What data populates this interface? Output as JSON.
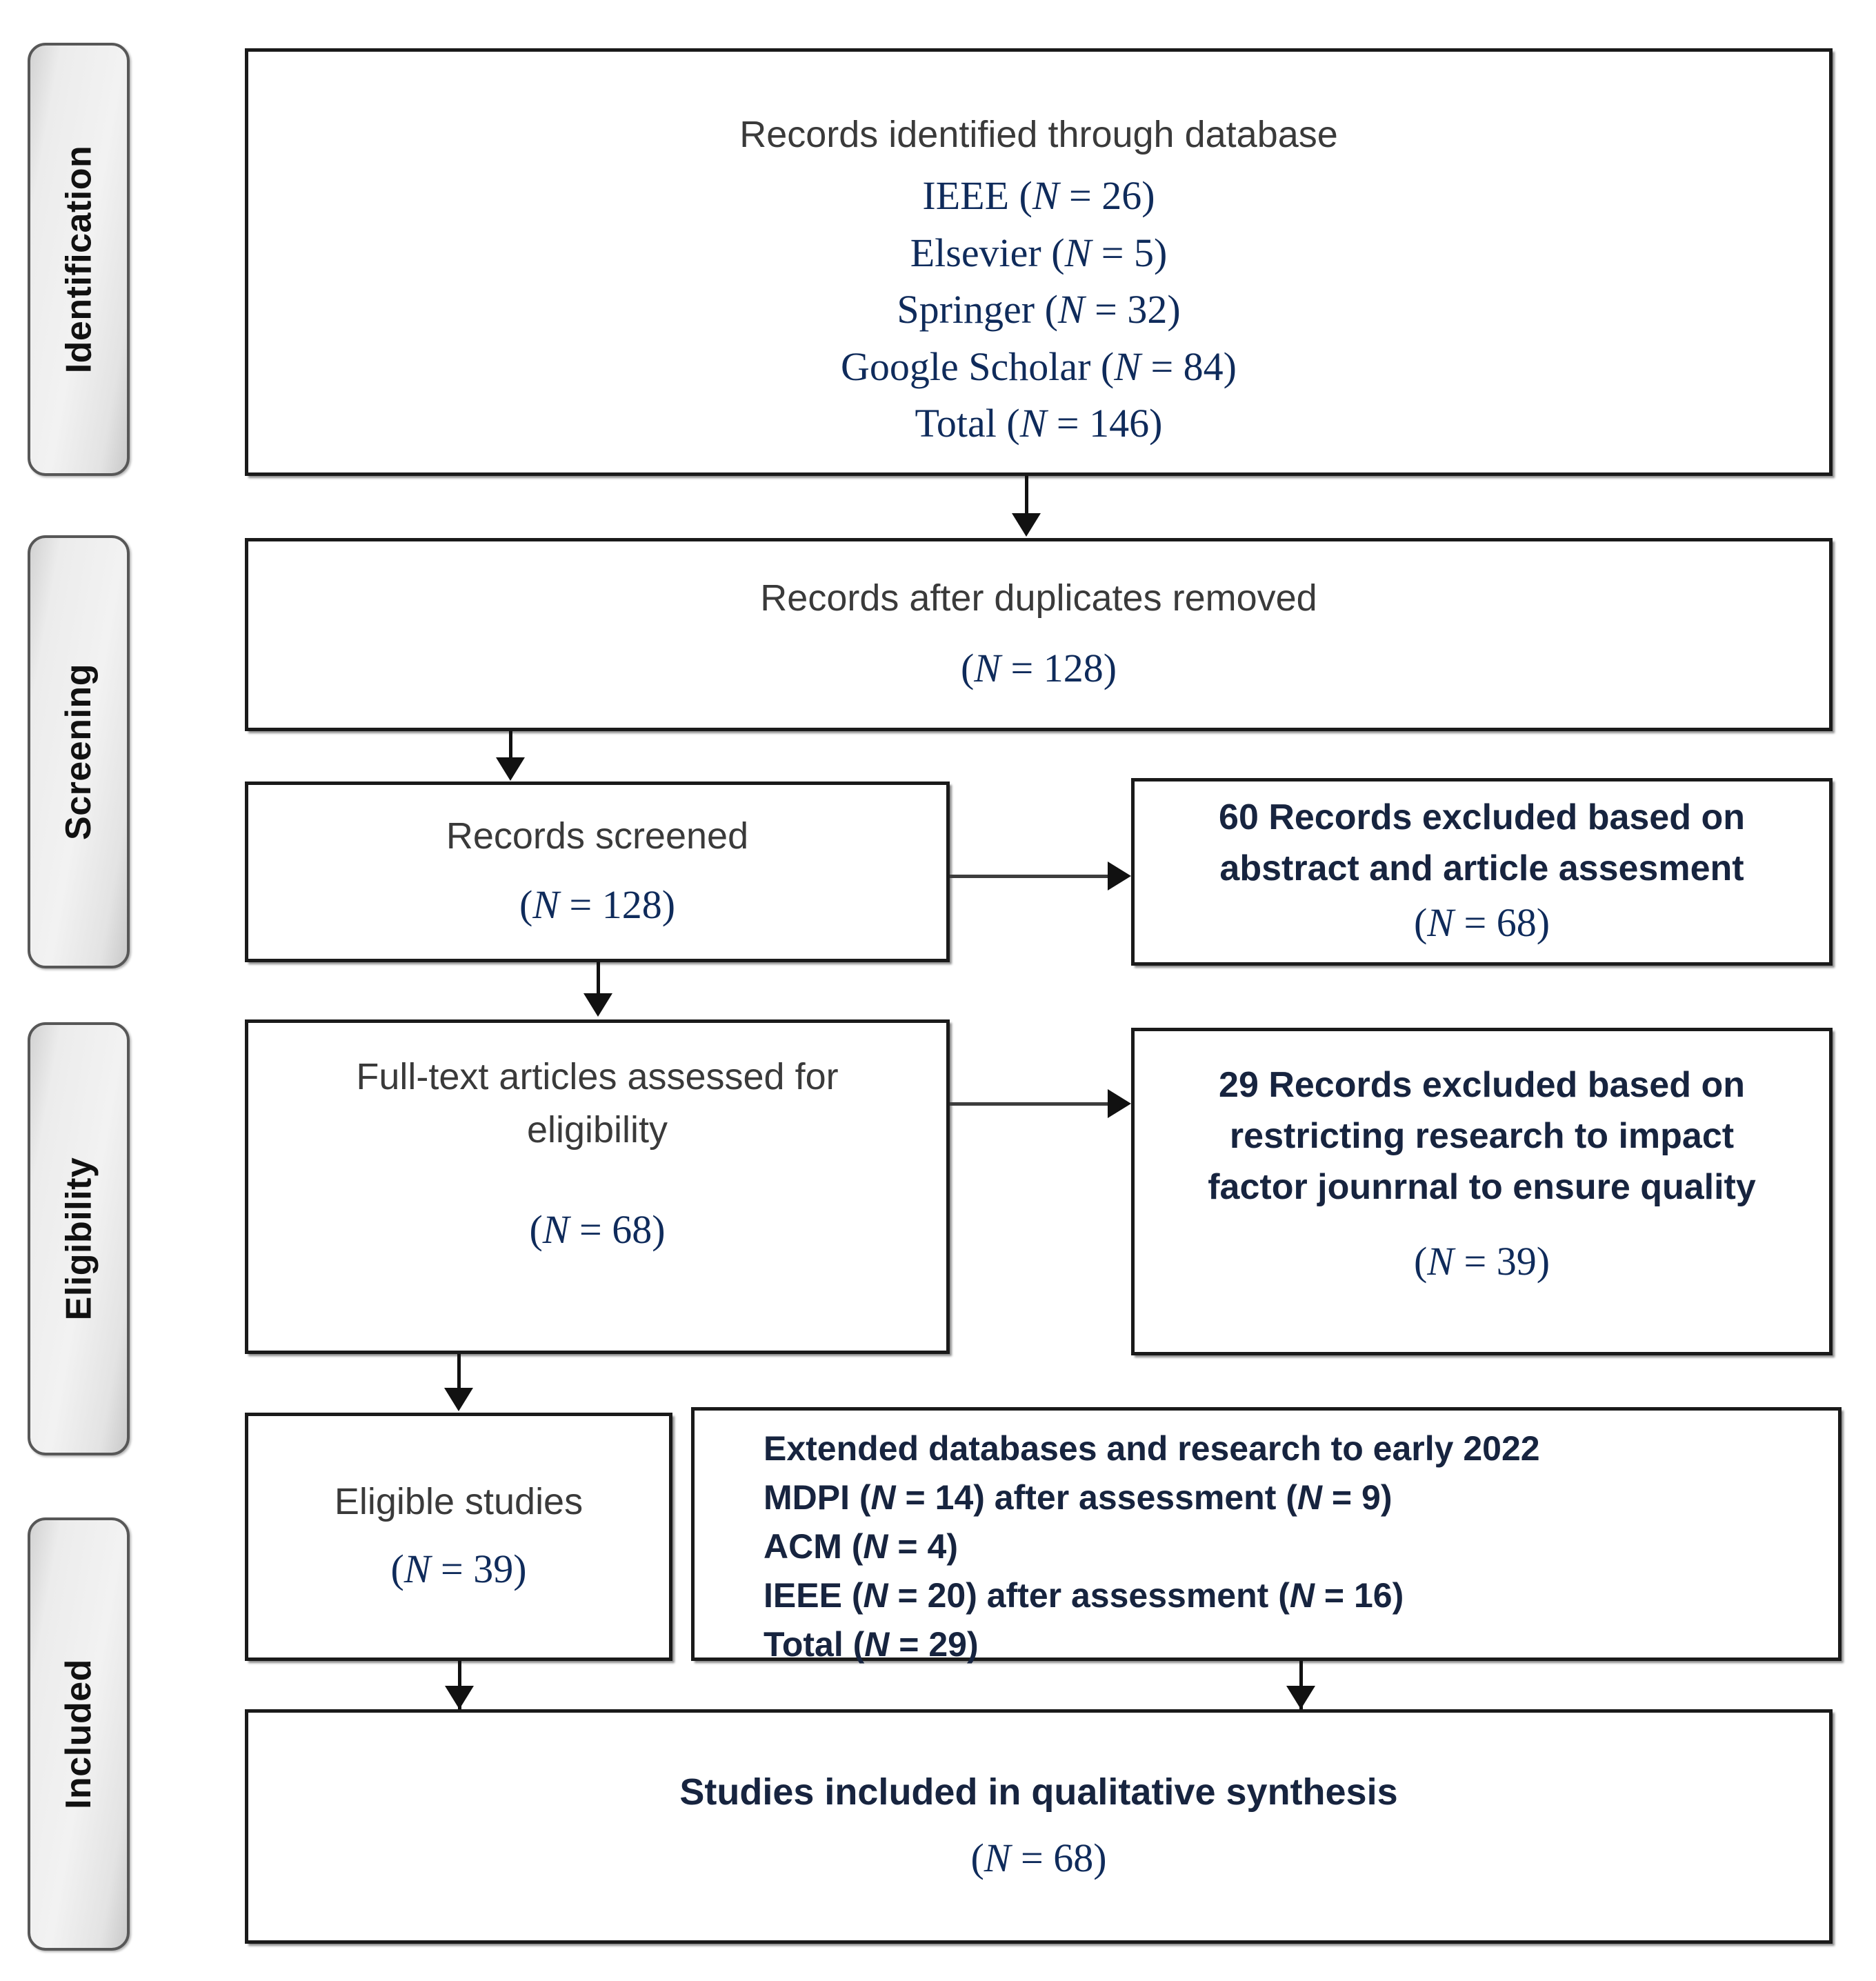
{
  "diagram": {
    "title": "PRISMA flow diagram",
    "stages": [
      {
        "id": "identification",
        "label": "Identification"
      },
      {
        "id": "screening",
        "label": "Screening"
      },
      {
        "id": "eligibility",
        "label": "Eligibility"
      },
      {
        "id": "included",
        "label": "Included"
      }
    ],
    "boxes": {
      "identification": {
        "heading": "Records identified through database",
        "rows": [
          {
            "source": "IEEE",
            "n_prefix": "(",
            "n_label": "N",
            "n_eq": " = ",
            "n_value": "26",
            "n_suffix": ")",
            "text": "IEEE (N = 26)"
          },
          {
            "source": "Elsevier",
            "n_label": "N",
            "n_value": "5",
            "text": "Elsevier (N = 5)"
          },
          {
            "source": "Springer",
            "n_label": "N",
            "n_value": "32",
            "text": "Springer (N = 32)"
          },
          {
            "source": "Google Scholar",
            "n_label": "N",
            "n_value": "84",
            "text": "Google Scholar (N = 84)"
          },
          {
            "source": "Total",
            "n_label": "N",
            "n_value": "146",
            "text": "Total (N = 146)"
          }
        ]
      },
      "duplicates_removed": {
        "heading": "Records after duplicates removed",
        "count_open": "(",
        "count_italic": "N",
        "count_eq": " = ",
        "count_value": "128",
        "count_close": ")"
      },
      "records_screened": {
        "heading": "Records screened",
        "count_open": "(",
        "count_italic": "N",
        "count_eq": " = ",
        "count_value": "128",
        "count_close": ")"
      },
      "excluded_abstract": {
        "line1": "60 Records excluded based on",
        "line2": "abstract and article assesment",
        "count_open": "(",
        "count_italic": "N",
        "count_eq": " = ",
        "count_value": "68",
        "count_close": ")"
      },
      "full_text_assessed": {
        "line1": "Full-text articles assessed for",
        "line2": "eligibility",
        "count_open": "(",
        "count_italic": "N",
        "count_eq": " = ",
        "count_value": "68",
        "count_close": ")"
      },
      "excluded_impact": {
        "line1": "29 Records excluded based on",
        "line2": "restricting research to impact",
        "line3": "factor jounrnal to ensure quality",
        "count_open": "(",
        "count_italic": "N",
        "count_eq": " = ",
        "count_value": "39",
        "count_close": ")"
      },
      "eligible_studies": {
        "heading": "Eligible studies",
        "count_open": "(",
        "count_italic": "N",
        "count_eq": " = ",
        "count_value": "39",
        "count_close": ")"
      },
      "extended_databases": {
        "line1": "Extended databases and research to early 2022",
        "line2_a": "MDPI (",
        "line2_n1": "N",
        "line2_b": " = 14) after assessment (",
        "line2_n2": "N",
        "line2_c": " = 9)",
        "line3_a": "ACM (",
        "line3_n1": "N",
        "line3_b": " = 4)",
        "line4_a": "IEEE (",
        "line4_n1": "N",
        "line4_b": " = 20) after assessment (",
        "line4_n2": "N",
        "line4_c": " = 16)",
        "line5_a": "Total (",
        "line5_n1": "N",
        "line5_b": " = 29)"
      },
      "included_synthesis": {
        "heading": "Studies included in qualitative synthesis",
        "count_open": "(",
        "count_italic": "N",
        "count_eq": " = ",
        "count_value": "68",
        "count_close": ")"
      }
    },
    "colors": {
      "box_border": "#1a1a1a",
      "stage_border": "#575757",
      "stage_fill": "#ececec",
      "body_text": "#3a3a3a",
      "count_text": "#0f2b5b",
      "exclusion_text": "#17243f",
      "connector": "#111111"
    }
  }
}
